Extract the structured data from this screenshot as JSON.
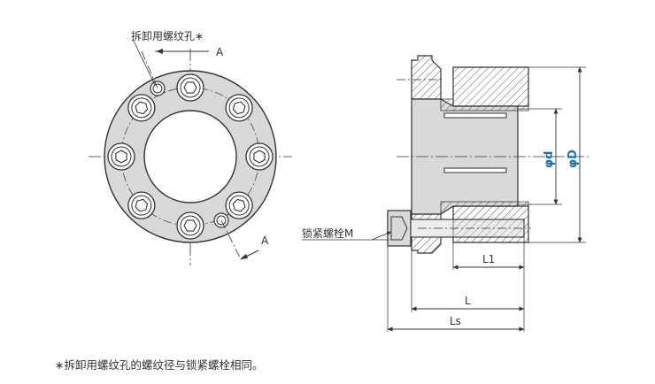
{
  "front_view": {
    "label_removal_hole": "拆卸用螺纹孔∗",
    "section_mark_top": "A",
    "section_mark_bottom": "A"
  },
  "side_view": {
    "label_lock_bolt": "锁紧螺栓M",
    "dim_d": "φd",
    "dim_D": "φD",
    "dim_L1": "L1",
    "dim_L": "L",
    "dim_Ls": "Ls"
  },
  "footnote": "∗拆卸用螺纹孔的螺纹径与锁紧螺栓相同。",
  "colors": {
    "line": "#333333",
    "fill_gray": "#d9d9d9",
    "hatch": "#555555",
    "accent_blue": "#1a73b8"
  }
}
